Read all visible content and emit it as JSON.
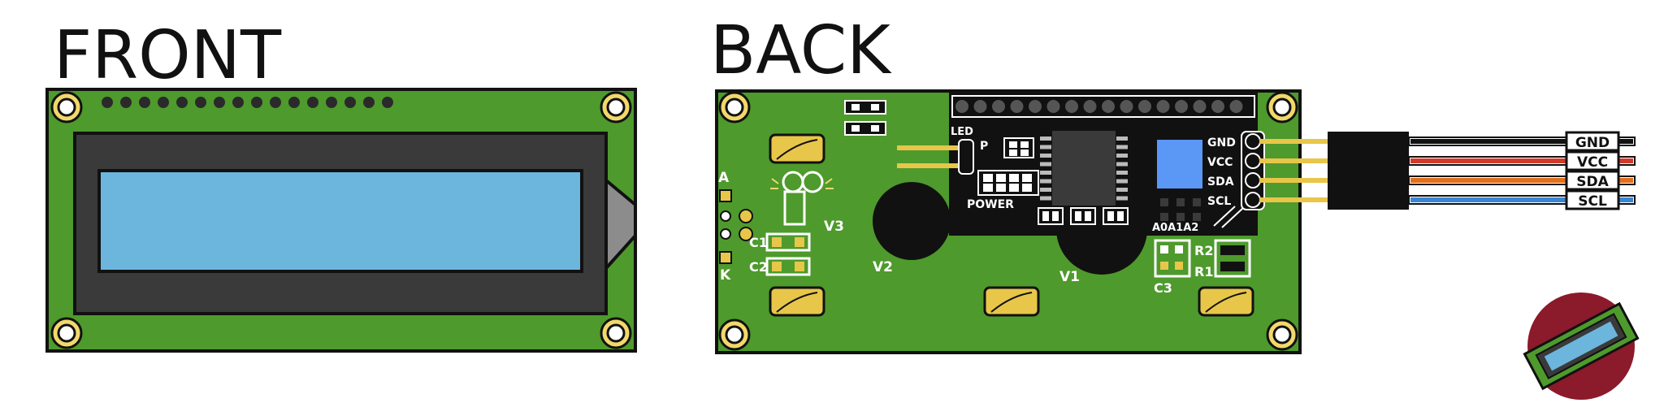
{
  "front": {
    "title": "FRONT",
    "colors": {
      "pcb": "#4e9a2c",
      "bezel": "#3a3a3a",
      "screen": "#6cb6de",
      "pad": "#f2d86b"
    }
  },
  "back": {
    "title": "BACK",
    "board_labels": {
      "a": "A",
      "k": "K",
      "v3": "V3",
      "c1": "C1",
      "c2": "C2",
      "v2": "V2",
      "v1": "V1",
      "c3": "C3",
      "r1": "R1",
      "r2": "R2"
    },
    "backpack": {
      "led": "LED",
      "p": "P",
      "power": "POWER",
      "address": "A0A1A2",
      "pins": [
        "GND",
        "VCC",
        "SDA",
        "SCL"
      ]
    }
  },
  "cable": {
    "labels": [
      "GND",
      "VCC",
      "SDA",
      "SCL"
    ],
    "wire_colors": [
      "#111111",
      "#d23b2a",
      "#e0701e",
      "#3a86d6"
    ]
  },
  "icon": {
    "name": "lcd-module-icon",
    "colors": {
      "disc": "#8b1a2b",
      "screen": "#6cb6de"
    }
  }
}
